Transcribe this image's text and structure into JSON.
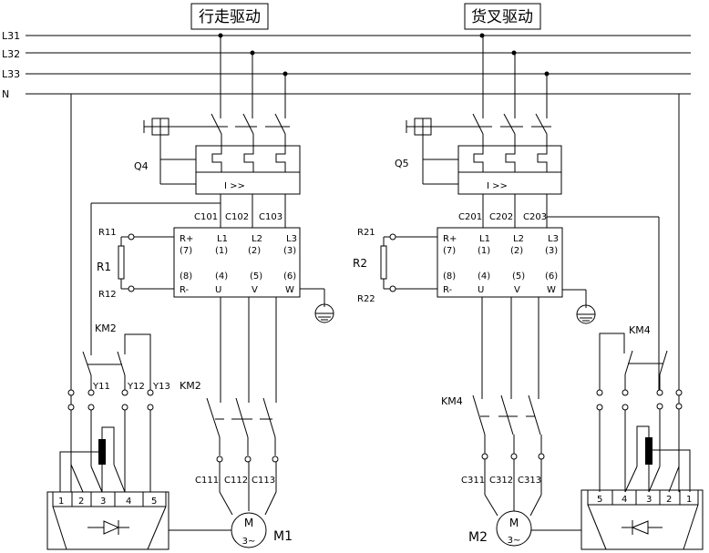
{
  "diagram": {
    "type": "electrical-schematic",
    "bus": {
      "lines": [
        "L31",
        "L32",
        "L33",
        "N"
      ]
    },
    "sections": [
      {
        "id": "travel",
        "title": "行走驱动",
        "breaker": {
          "label": "Q4",
          "trip_label": "I >>"
        },
        "breaker_outputs": [
          "C101",
          "C102",
          "C103"
        ],
        "resistor": {
          "label": "R1",
          "terminals": [
            "R11",
            "R12"
          ]
        },
        "drive": {
          "inputs": [
            {
              "name": "R+",
              "num": "(7)"
            },
            {
              "name": "L1",
              "num": "(1)"
            },
            {
              "name": "L2",
              "num": "(2)"
            },
            {
              "name": "L3",
              "num": "(3)"
            }
          ],
          "outputs": [
            {
              "name": "R-",
              "num": "(8)"
            },
            {
              "name": "U",
              "num": "(4)"
            },
            {
              "name": "V",
              "num": "(5)"
            },
            {
              "name": "W",
              "num": "(6)"
            }
          ]
        },
        "aux_contactor": {
          "label": "KM2",
          "terminals": [
            "Y11",
            "Y12",
            "Y13"
          ]
        },
        "main_contactor": {
          "label": "KM2"
        },
        "motor_leads": [
          "C111",
          "C112",
          "C113"
        ],
        "motor": {
          "label": "M1",
          "symbol": "M",
          "phase": "3~"
        },
        "brake_rectifier": {
          "terminals": [
            "1",
            "2",
            "3",
            "4",
            "5"
          ]
        }
      },
      {
        "id": "fork",
        "title": "货叉驱动",
        "breaker": {
          "label": "Q5",
          "trip_label": "I >>"
        },
        "breaker_outputs": [
          "C201",
          "C202",
          "C203"
        ],
        "resistor": {
          "label": "R2",
          "terminals": [
            "R21",
            "R22"
          ]
        },
        "drive": {
          "inputs": [
            {
              "name": "R+",
              "num": "(7)"
            },
            {
              "name": "L1",
              "num": "(1)"
            },
            {
              "name": "L2",
              "num": "(2)"
            },
            {
              "name": "L3",
              "num": "(3)"
            }
          ],
          "outputs": [
            {
              "name": "R-",
              "num": "(8)"
            },
            {
              "name": "U",
              "num": "(4)"
            },
            {
              "name": "V",
              "num": "(5)"
            },
            {
              "name": "W",
              "num": "(6)"
            }
          ]
        },
        "aux_contactor": {
          "label": "KM4"
        },
        "main_contactor": {
          "label": "KM4"
        },
        "motor_leads": [
          "C311",
          "C312",
          "C313"
        ],
        "motor": {
          "label": "M2",
          "symbol": "M",
          "phase": "3~"
        },
        "brake_rectifier": {
          "terminals": [
            "5",
            "4",
            "3",
            "2",
            "1"
          ]
        }
      }
    ]
  }
}
